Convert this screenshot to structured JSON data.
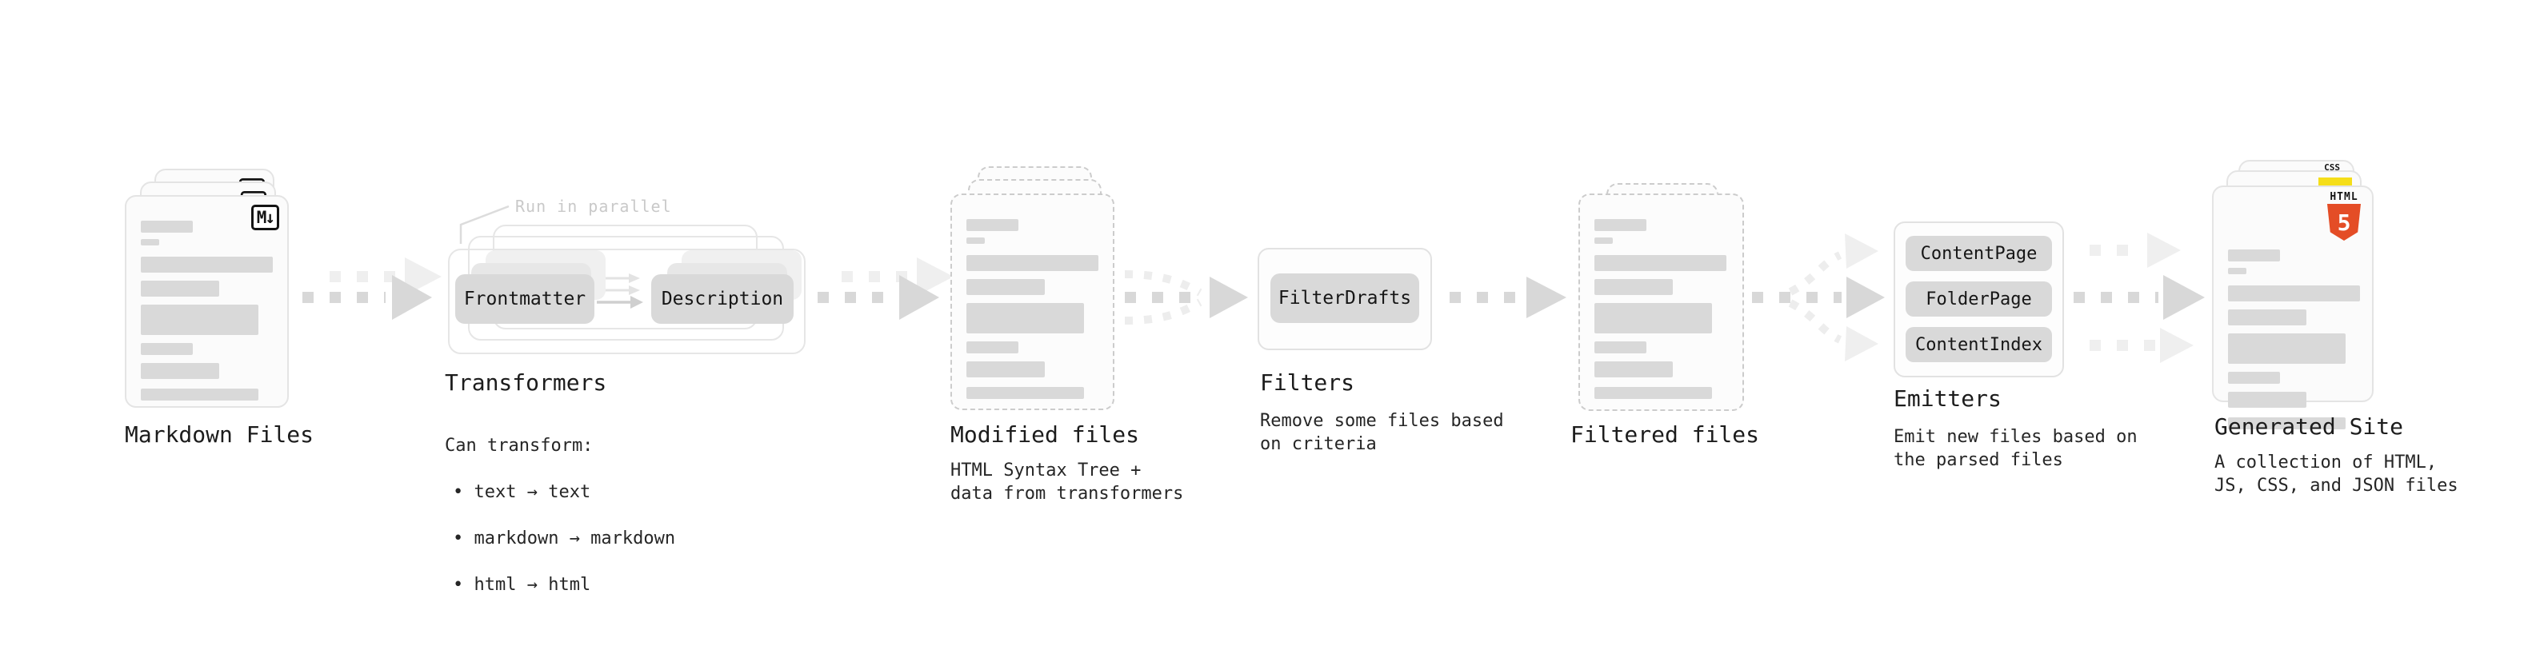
{
  "diagram": {
    "nodes": {
      "markdown_files": {
        "title": "Markdown Files",
        "icon": "M↓"
      },
      "transformers": {
        "title": "Transformers",
        "annotation": "Run in parallel",
        "buttons": [
          "Frontmatter",
          "Description"
        ],
        "caption_intro": "Can transform:",
        "bullets": [
          "• text → text",
          "• markdown → markdown",
          "• html → html"
        ]
      },
      "modified_files": {
        "title": "Modified files",
        "caption": "HTML Syntax Tree +\ndata from transformers"
      },
      "filters": {
        "title": "Filters",
        "buttons": [
          "FilterDrafts"
        ],
        "caption": "Remove some files based\non criteria"
      },
      "filtered_files": {
        "title": "Filtered files"
      },
      "emitters": {
        "title": "Emitters",
        "buttons": [
          "ContentPage",
          "FolderPage",
          "ContentIndex"
        ],
        "caption": "Emit new files based on\nthe parsed files"
      },
      "generated_site": {
        "title": "Generated Site",
        "caption": "A collection of HTML,\nJS, CSS, and JSON files",
        "icons": {
          "html": {
            "label": "HTML",
            "numeral": "5"
          },
          "css": {
            "label": "CSS"
          },
          "js": {
            "label": ""
          }
        }
      }
    },
    "placeholder_bars": [
      {
        "w": 65,
        "h": 15,
        "gap": 8
      },
      {
        "w": 23,
        "h": 8,
        "gap": 14
      },
      {
        "w": 165,
        "h": 20,
        "gap": 10
      },
      {
        "w": 98,
        "h": 20,
        "gap": 10
      },
      {
        "w": 147,
        "h": 38,
        "gap": 10
      },
      {
        "w": 65,
        "h": 15,
        "gap": 10
      },
      {
        "w": 98,
        "h": 20,
        "gap": 12
      },
      {
        "w": 147,
        "h": 15,
        "gap": 0
      }
    ],
    "colors": {
      "bar_gray": "#d9d9d9",
      "card_border": "#e4e4e4",
      "dashed_border": "#cccccc",
      "panel_border": "#e2e2e2",
      "arrow_gray": "#d8d8d8",
      "arrow_faint": "#efefef",
      "button_gray": "#d9d9d9",
      "ghost_gray": "#e7e7e7",
      "ghost_gray_2": "#f0f0f0",
      "annotation_gray": "#c9c9c9",
      "text_dark": "#1d1d1d",
      "html5_orange": "#e44d26",
      "js_yellow": "#f5de19",
      "css_blue": "#2962ff"
    }
  }
}
